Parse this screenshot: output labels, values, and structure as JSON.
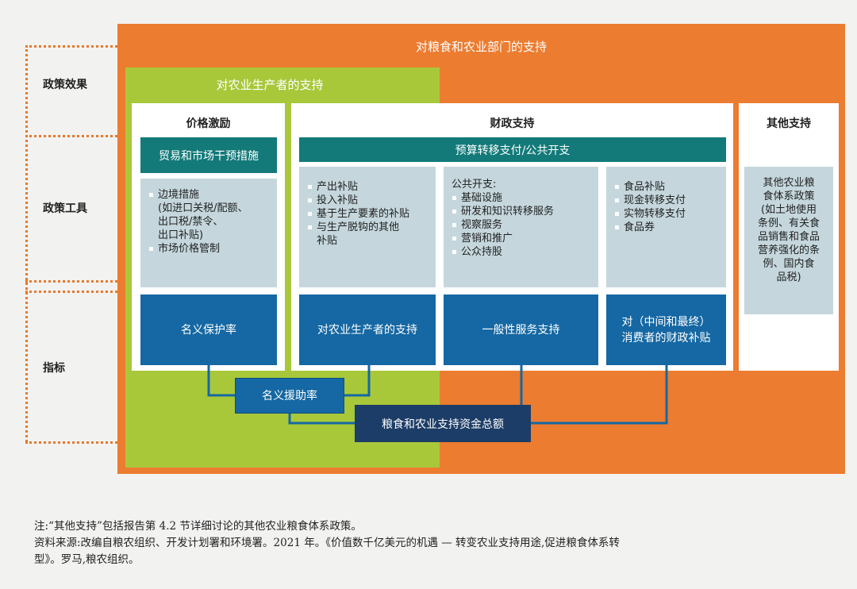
{
  "diagram": {
    "outer_title": "对粮食和农业部门的支持",
    "producer_title": "对农业生产者的支持",
    "row_labels": {
      "effect": "政策效果",
      "tools": "政策工具",
      "indicators": "指标"
    },
    "price_incentive": {
      "header": "价格激励",
      "teal_label": "贸易和市场干预措施",
      "items": [
        "边境措施",
        "(如进口关税/配额、",
        "出口税/禁令、",
        "出口补贴)",
        "市场价格管制"
      ],
      "indicator": "名义保护率"
    },
    "fiscal_support": {
      "header": "财政支持",
      "teal_label": "预算转移支付/公共开支",
      "col1_items": [
        "产出补贴",
        "投入补贴",
        "基于生产要素的补贴",
        "与生产脱钩的其他",
        "补贴"
      ],
      "col2_title": "公共开支:",
      "col2_items": [
        "基础设施",
        "研发和知识转移服务",
        "视察服务",
        "营销和推广",
        "公众持股"
      ],
      "col3_items": [
        "食品补贴",
        "现金转移支付",
        "实物转移支付",
        "食品券"
      ],
      "indicator1": "对农业生产者的支持",
      "indicator2": "一般性服务支持",
      "indicator3_line1": "对（中间和最终）",
      "indicator3_line2": "消费者的财政补贴"
    },
    "other_support": {
      "header": "其他支持",
      "lines": [
        "其他农业粮",
        "食体系政策",
        "(如土地使用",
        "条例、有关食",
        "品销售和食品",
        "营养强化的条",
        "例、国内食",
        "品税)"
      ]
    },
    "nominal_assistance": "名义援助率",
    "total_support": "粮食和农业支持资金总额",
    "colors": {
      "orange": "#ec7c30",
      "green": "#a8c83a",
      "teal": "#137a79",
      "blue": "#1568a3",
      "navy": "#1c3d67",
      "grey": "#c5d7dd"
    }
  },
  "footnote": {
    "line1": "注:“其他支持”包括报告第 4.2 节详细讨论的其他农业粮食体系政策。",
    "line2": "资料来源:改编自粮农组织、开发计划署和环境署。2021 年。《价值数千亿美元的机遇 — 转变农业支持用途,促进粮食体系转",
    "line3": "型》。罗马,粮农组织。"
  }
}
